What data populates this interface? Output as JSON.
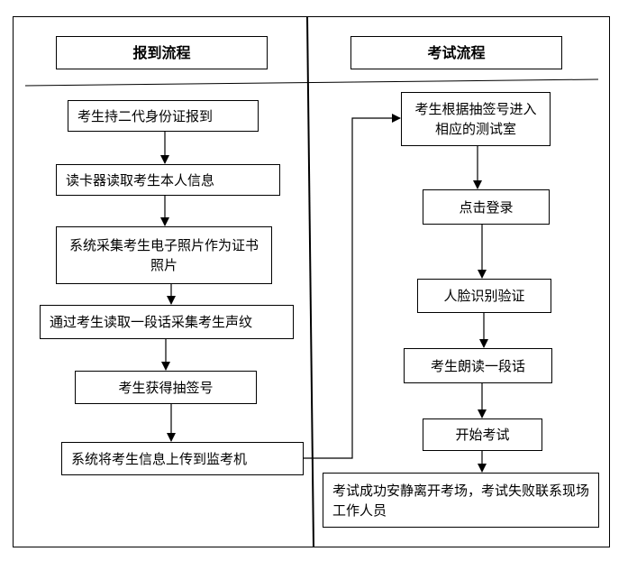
{
  "headers": {
    "left": "报到流程",
    "right": "考试流程"
  },
  "left_steps": [
    "考生持二代身份证报到",
    "读卡器读取考生本人信息",
    "系统采集考生电子照片作为证书照片",
    "通过考生读取一段话采集考生声纹",
    "考生获得抽签号",
    "系统将考生信息上传到监考机"
  ],
  "right_steps": [
    "考生根据抽签号进入相应的测试室",
    "点击登录",
    "人脸识别验证",
    "考生朗读一段话",
    "开始考试",
    "考试成功安静离开考场，考试失败联系现场工作人员"
  ],
  "colors": {
    "stroke": "#000000",
    "background": "#ffffff"
  }
}
